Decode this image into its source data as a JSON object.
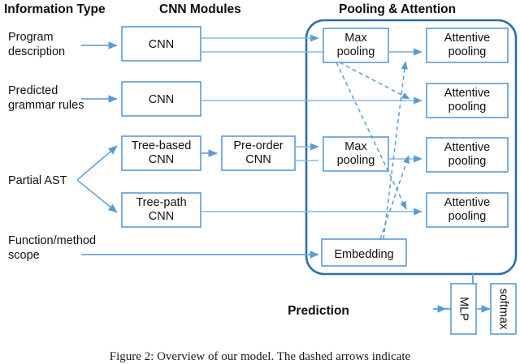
{
  "figure": {
    "title": "Model architecture overview diagram",
    "caption": "Figure 2: Overview of our model. The dashed arrows indicate"
  },
  "colors": {
    "box_stroke": "#5b9bd5",
    "container_stroke": "#2e6da4",
    "connector": "#6aa6dd",
    "dashed_connector": "#5b9bd5",
    "text": "#111111",
    "background": "#ffffff"
  },
  "headers": [
    {
      "id": "information-type",
      "label": "Information Type"
    },
    {
      "id": "cnn-modules",
      "label": "CNN Modules"
    },
    {
      "id": "pooling-attention",
      "label": "Pooling & Attention"
    }
  ],
  "inputs": [
    {
      "id": "program-description",
      "line1": "Program",
      "line2": "description"
    },
    {
      "id": "predicted-grammar-rules",
      "line1": "Predicted",
      "line2": "grammar rules"
    },
    {
      "id": "partial-ast",
      "line1": "Partial AST",
      "line2": ""
    },
    {
      "id": "function-method-scope",
      "line1": "Function/method",
      "line2": "scope"
    }
  ],
  "cnn_modules": [
    {
      "id": "cnn-1",
      "line1": "CNN",
      "line2": ""
    },
    {
      "id": "cnn-2",
      "line1": "CNN",
      "line2": ""
    },
    {
      "id": "tree-based-cnn",
      "line1": "Tree-based",
      "line2": "CNN"
    },
    {
      "id": "pre-order-cnn",
      "line1": "Pre-order",
      "line2": "CNN"
    },
    {
      "id": "tree-path-cnn",
      "line1": "Tree-path",
      "line2": "CNN"
    }
  ],
  "pooling_modules": [
    {
      "id": "max-pooling-1",
      "line1": "Max",
      "line2": "pooling"
    },
    {
      "id": "max-pooling-2",
      "line1": "Max",
      "line2": "pooling"
    },
    {
      "id": "embedding",
      "line1": "Embedding",
      "line2": ""
    }
  ],
  "attention_modules": [
    {
      "id": "attentive-pooling-1",
      "line1": "Attentive",
      "line2": "pooling"
    },
    {
      "id": "attentive-pooling-2",
      "line1": "Attentive",
      "line2": "pooling"
    },
    {
      "id": "attentive-pooling-3",
      "line1": "Attentive",
      "line2": "pooling"
    },
    {
      "id": "attentive-pooling-4",
      "line1": "Attentive",
      "line2": "pooling"
    }
  ],
  "prediction": {
    "label": "Prediction",
    "mlp": "MLP",
    "softmax": "softmax"
  }
}
